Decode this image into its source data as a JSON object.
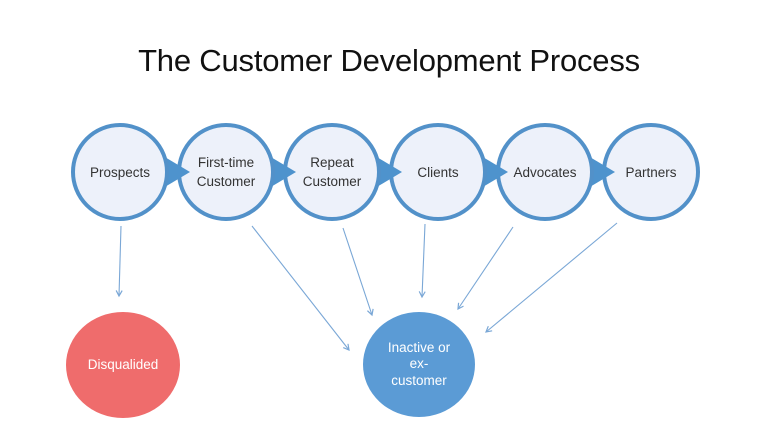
{
  "title": "The Customer Development Process",
  "diagram": {
    "stages": [
      {
        "label": "Prospects"
      },
      {
        "label": "First-time Customer"
      },
      {
        "label": "Repeat Customer"
      },
      {
        "label": "Clients"
      },
      {
        "label": "Advocates"
      },
      {
        "label": "Partners"
      }
    ],
    "outcomes": {
      "disqualified": {
        "label": "Disqualided",
        "from": "Prospects",
        "color": "#ef6c6c",
        "text_color": "#ffffff"
      },
      "inactive": {
        "label": "Inactive or ex-customer",
        "lines": [
          "Inactive or",
          "ex-",
          "customer"
        ],
        "from": [
          "First-time Customer",
          "Repeat Customer",
          "Clients",
          "Advocates",
          "Partners"
        ],
        "color": "#5b9bd5",
        "text_color": "#ffffff"
      }
    },
    "colors": {
      "stage_fill": "#edf1fa",
      "stage_border": "#5291c9",
      "connector_triangle": "#4e93cd",
      "arrow_line": "#7aa7d6",
      "title_text": "#111111",
      "stage_text": "#333333"
    }
  }
}
